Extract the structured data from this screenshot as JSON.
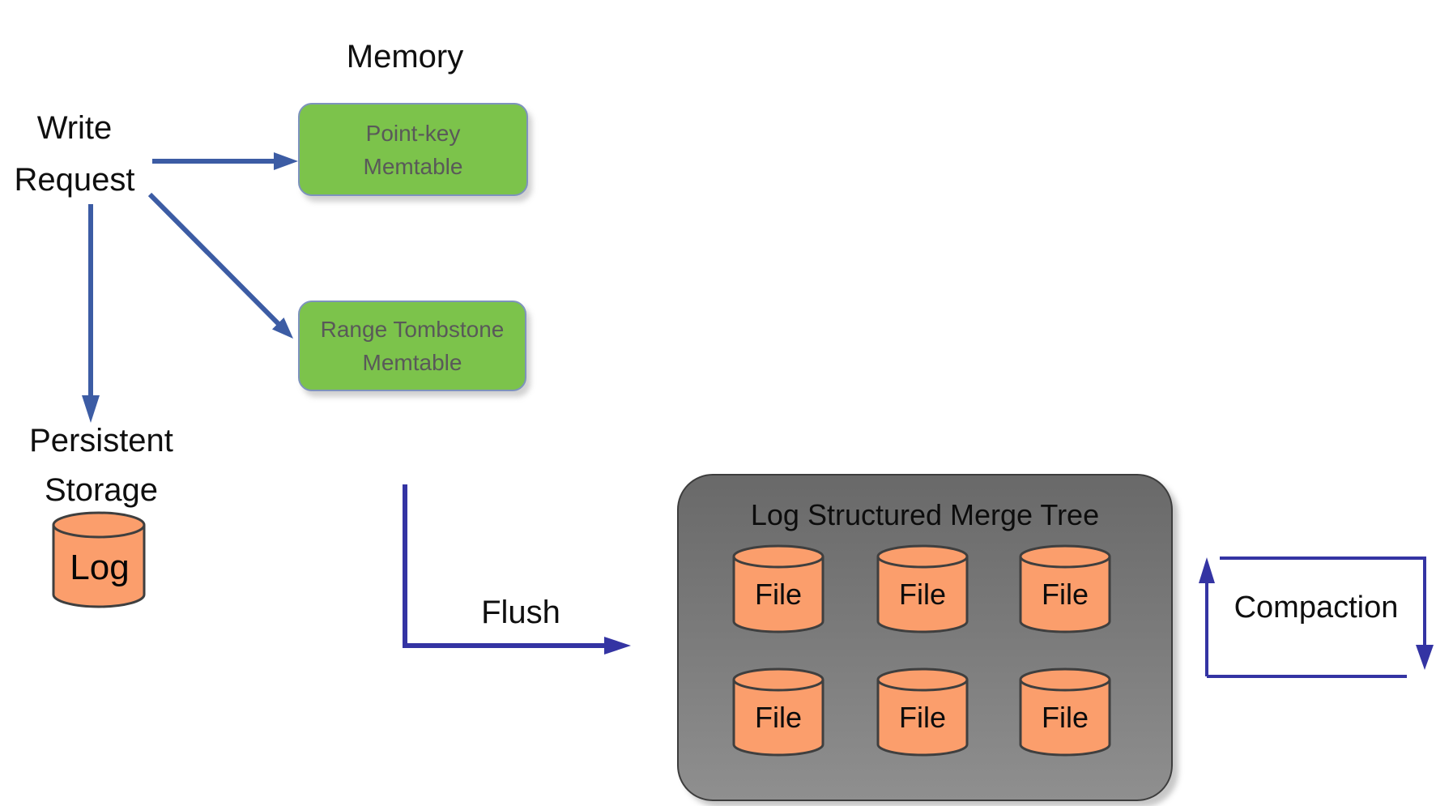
{
  "labels": {
    "memory": "Memory",
    "write_request": {
      "line1": "Write",
      "line2": "Request"
    },
    "persistent_storage": {
      "line1": "Persistent",
      "line2": "Storage"
    },
    "flush": "Flush",
    "compaction": "Compaction"
  },
  "memtables": {
    "point_key": {
      "line1": "Point-key",
      "line2": "Memtable"
    },
    "range_tombstone": {
      "line1": "Range Tombstone",
      "line2": "Memtable"
    }
  },
  "log_cylinder": {
    "label": "Log"
  },
  "lsm": {
    "title": "Log Structured Merge Tree",
    "files": [
      {
        "label": "File"
      },
      {
        "label": "File"
      },
      {
        "label": "File"
      },
      {
        "label": "File"
      },
      {
        "label": "File"
      },
      {
        "label": "File"
      }
    ]
  },
  "colors": {
    "memtable_green": "#7cc34b",
    "memtable_border": "#7e93bd",
    "memtable_text": "#595959",
    "cylinder_orange": "#fb9e6c",
    "cylinder_stroke": "#3f3f3f",
    "lsm_gray": "#7d7d7d",
    "write_arrow_blue": "#3c5ca4",
    "flow_arrow_indigo": "#3434a3",
    "label_black": "#0f0f0f"
  }
}
